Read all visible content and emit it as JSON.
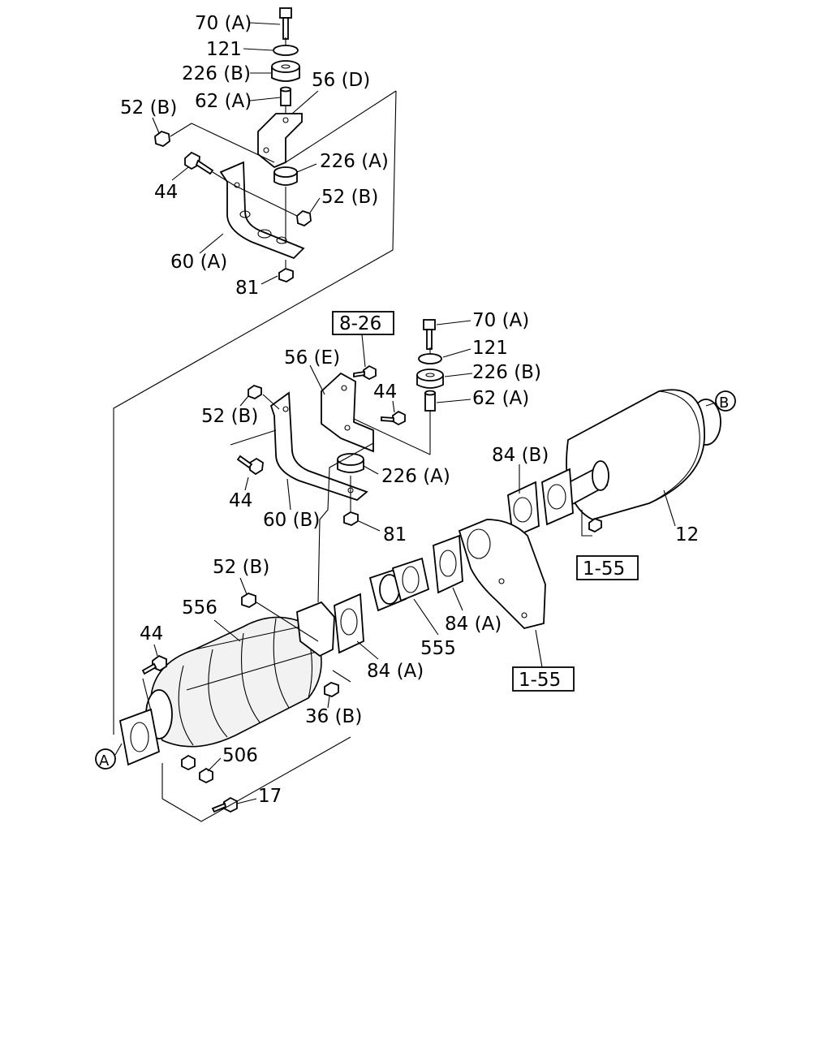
{
  "labels": {
    "top_70a": "70 (A)",
    "top_121": "121",
    "top_226b": "226 (B)",
    "top_62a": "62 (A)",
    "top_56d": "56 (D)",
    "top_52b_left": "52 (B)",
    "top_226a": "226 (A)",
    "top_44": "44",
    "top_52b_right": "52 (B)",
    "top_60a": "60 (A)",
    "top_81": "81",
    "ref_826": "8-26",
    "mid_70a": "70 (A)",
    "mid_121": "121",
    "mid_226b": "226 (B)",
    "mid_62a": "62 (A)",
    "mid_56e": "56 (E)",
    "mid_44_bolt": "44",
    "mid_52b": "52 (B)",
    "mid_226a": "226 (A)",
    "mid_44": "44",
    "mid_60b": "60 (B)",
    "mid_81": "81",
    "mid_84b": "84 (B)",
    "mid_12": "12",
    "ref_155_top": "1-55",
    "low_52b": "52 (B)",
    "low_556": "556",
    "low_44": "44",
    "low_84a_right": "84 (A)",
    "low_555": "555",
    "low_84a_left": "84 (A)",
    "ref_155_bottom": "1-55",
    "low_36b": "36 (B)",
    "low_506": "506",
    "low_17": "17"
  },
  "callouts": {
    "a": "A",
    "b": "B"
  }
}
